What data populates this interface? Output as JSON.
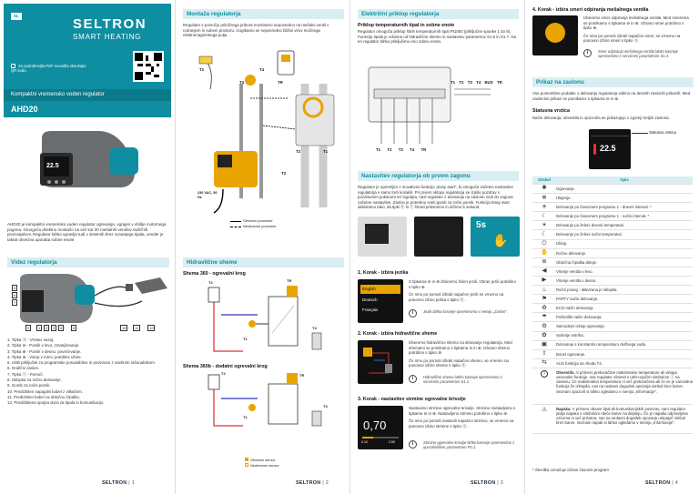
{
  "p1": {
    "badge": "SL",
    "brand": "SELTRON",
    "brand_sub": "SMART HEATING",
    "qr_text": "Za podrobnejša PDF navodila skenirajte QR kodo.",
    "title_small": "Kompaktni vremensko voden regulator",
    "title_big": "AHD20",
    "intro": "AHD20 je kompaktni vremensko voden regulator ogrevanja, vgrajen v ohišje motornega pogona. Omogoča direktno montažo na več kot 20 mešalnih ventilov različnih proizvajalcev. Regulator lahko upravlja tudi v sistemih brez zunanjega tipala, vender je takrat obvezna uporaba sobne enote.",
    "section": "Videz regulatorja",
    "callouts": [
      "1",
      "2",
      "3",
      "4",
      "5",
      "6",
      "7",
      "8",
      "9",
      "10",
      "11",
      "12"
    ],
    "list": [
      "1. Tipka ⓞ - Vrnitev nazaj.",
      "2. Tipka ⊖ - Pomik v levo, zmanjševanje.",
      "3. Tipka ⊕ - Pomik v desno, povečevanje.",
      "4. Tipka ⊛ - Vstop v meni, potrditev izbire.",
      "5. USB priključek za programske posodobitve in povezavo z osebnim računalnikom.",
      "6. Grafični zaslon.",
      "7. Tipka ⓣ - Pomoč.",
      "8. Sklopka za ročno delovanje.",
      "9. Gumb za ročni pomik.",
      "10. Predizbiten napajalni kabel z vtikačem.",
      "11. Predizbiten kabel za obtočno črpalko.",
      "12. Predizbitena spojna doza za tipala in komunikacijo."
    ],
    "screen_temp": "22.5",
    "footer_brand": "SELTRON",
    "page": "| 1"
  },
  "p2": {
    "section": "Montaža regulatorja",
    "intro": "Regulator s pomočjo priložnega pribora montiramo neposredno na mešalni ventil v notranjem in suhem prostoru. Izogibamo se neposredno bližini virov močnega elektromagnetnega polja.",
    "labels": [
      "T1",
      "T4",
      "T4",
      "TR",
      "T2",
      "T3",
      "T1"
    ],
    "power": "230 VAC, 50 Hz",
    "legend": [
      "Obvezne povezave",
      "Neobvezne povezave"
    ],
    "section2": "Hidravlične sheme",
    "shema1": "Shema 360 - ogrevalni krog",
    "shema2": "Shema 360b - dodatni ogrevalni krog",
    "legend2": [
      "Obvezen senzor",
      "Neobvezen senzor"
    ],
    "diag_labels": [
      "T2",
      "TR",
      "T1",
      "T4",
      "T2",
      "TR",
      "T1",
      "T4"
    ],
    "footer_brand": "SELTRON",
    "page": "| 2"
  },
  "p3": {
    "section": "Električni priklop regulatorja",
    "subtitle": "Priklop temperaturnih tipal in sobne enote",
    "text": "Regulator omogoča priklop štirih temperaturnih tipal Pt1000 (priključne sponke 1 do 8). Funkcija tipala je odvisna od hidravlične sheme in nastavitev parametrov S1.6 in S1.7. Na en regulator lahko priključimo eno sobno enoto.",
    "terms_top": [
      "T1",
      "T2",
      "T3",
      "T4",
      "BUS",
      "TR"
    ],
    "terms_bot": [
      "T1",
      "T2",
      "T3",
      "T4",
      "TR"
    ],
    "section2": "Nastavitev regulatorja ob prvem zagonu",
    "text2": "Regulator je opremljen z inovativno funkcijo „Easy start“, ki omogoča začetno nastavitev regulatorja v samo treh korakih. Pri prvem vklopu regulatorja se izpiše pozdrav s pozdravnim pokanom ter logotipa, nasl regulator z animacijo na zaslonu vodi do zagona začetne nastavitve. Zaslon je potrebno sveti gumb za ročni pomik. Funkcijo Easy start aktiviramo tako, da tipki ⓞ in ⓣ hkrati pritisnemo in držimo 5 sekund.",
    "fives": "5s",
    "step1_title": "1. Korak - izbira jezika",
    "step1_text": "S tipkama ⊖ in ⊕ izberemo želen jezik. Izbran jezik potrdimo s tipko ⊛.",
    "step1_text2": "Če smo po pomoti izbrali napačen jezik se vrnemo na ponovno izbiro jezika s tipko ⓞ.",
    "step1_note": "Jezik lahko kasneje spremenimo v meniju „Zaslon“.",
    "langs": [
      "English",
      "Deutsch",
      "Français"
    ],
    "step2_title": "2. Korak - izbira hidravlične sheme",
    "step2_text": "Izberemo hidravlično shemo za delovanje regulatorja. Med shemami se pomikamo s tipkama ⊖ in ⊕. Izbrano shemo potrdimo s tipko ⊛.",
    "step2_text2": "Če smo po pomoti izbrali napačno shemo, se vrnemo na ponovno izbiro sheme s tipko ⓞ.",
    "step2_note": "Hidravlično shemo lahko kasneje spremenimo s servisnim parametrom S1.1.",
    "step3_title": "3. Korak - nastavitev strmine ogrevalne krivulje",
    "step3_text": "Nastavimo strmino ogrevalne krivulje. Strmino nastavljamo s tipkama ⊖ in ⊕. Nastavljeno strmino potrdimo s tipko ⊛.",
    "step3_text2": "Če smo po pomoti nastavili napačno strmino, se vrnemo na ponovno izbiro strmine s tipko ⓞ.",
    "step3_note": "Strmino ogrevalne krivulje lahko kasneje spremenimo z uporabniškim parametrom P2.1.",
    "value": "0,70",
    "range": [
      "0.10",
      "2.60"
    ],
    "footer_brand": "SELTRON",
    "page": "| 3"
  },
  "p4": {
    "step4_title": "4. Korak - izbira smeri odpiranja mešalnega ventila",
    "step4_text": "Izberemo smer odpiranja mešalnega ventila. Med smerema se pomikamo s tipkama ⊖ in ⊕. Izbrano smer potrdimo s tipko ⊛.",
    "step4_text2": "Če smo po pomoti izbrali napačno smer, se vrnemo na ponovno izbiro smeri s tipko ⓞ.",
    "step4_note": "Smer odpiranja mešalnega ventila lahko kasneje spremenimo s servisnim parametrom S1.4.",
    "section": "Prikaz na zaslonu",
    "text": "Vse pomembne podatke o delovanju regulatorja vidimo na desetih zaslonih prikazih. Med zaslonimi prikazi se pomikamo s tipkama ⊖ in ⊕.",
    "status_title": "Statusna vrstica",
    "status_text": "Način delovanja, obvestila in opozorila se prikazujejo v zgornji tretjini zaslona.",
    "status_label": "Statusna vrstica",
    "screen_temp": "22.5",
    "table_head": [
      "Simbol",
      "Opis"
    ],
    "rows": [
      {
        "icon": "✺",
        "text": "Ogrevanje."
      },
      {
        "icon": "❄",
        "text": "Hlajenje."
      },
      {
        "icon": "☀",
        "text": "Delovanje po časovnem programu 1 - dnevni interval. *"
      },
      {
        "icon": "☾",
        "text": "Delovanje po časovnem programu 1 - nočni interval. *"
      },
      {
        "icon": "☀",
        "text": "Delovanje po želeni dnevni temperaturi."
      },
      {
        "icon": "☾",
        "text": "Delovanje po želeni nočni temperaturi."
      },
      {
        "icon": "⏻",
        "text": "Izklop."
      },
      {
        "icon": "✋",
        "text": "Ročno delovanje."
      },
      {
        "icon": "⊛",
        "text": "Obtočna črpalka deluje."
      },
      {
        "icon": "◀",
        "text": "Vrtenje ventila v levo."
      },
      {
        "icon": "▶",
        "text": "Vrtenje ventila v desno."
      },
      {
        "icon": "♨",
        "text": "Ročni poseg - aktivirana je sklopka."
      },
      {
        "icon": "⚑",
        "text": "PARTY način delovanja."
      },
      {
        "icon": "♻",
        "text": "ECO način delovanja."
      },
      {
        "icon": "☂",
        "text": "Počitniški način delovanja."
      },
      {
        "icon": "⚙",
        "text": "Samodejni izklop ogrevanja."
      },
      {
        "icon": "✿",
        "text": "Sušenje estriha."
      },
      {
        "icon": "▣",
        "text": "Delovanje s konstantno temperaturo dvižnega voda."
      },
      {
        "icon": "⇧",
        "text": "Boost ogrevanje."
      },
      {
        "icon": "⇆",
        "text": "AUX funkcija na vhodu T4."
      }
    ],
    "warn_title": "Obvestilo.",
    "warn_text": "V primeru prekoračitve maksimalne temperature ali vklopa varovalne funkcije, nas regulator obvesti s utrim-ajočim simbolom ⓘ na zaslonu. Če maksimalna temperatura ni več prekoračena ali če se je varovalna funkcija že izklopila, nas na nedavni dogodek opozarja simbol brez barve. Seznam opozoril si lahko ogledamo v meniju „Informacije“.",
    "err_title": "Napaka.",
    "err_text": "V primeru okvare tipal ali komunikacijskih povezav, nam regulator javlja napako s simbolom rdeče barve na displeju. Če je napaka odpravljena oziroma ni več prisotna, nas na nedavni dogodek opozarja utripajoč simbol brez barve. Seznam napak si lahko ogledamo v meniju „Informacije“.",
    "footnote": "* Številka označuje izbran časovni program",
    "footer_brand": "SELTRON",
    "page": "| 4"
  },
  "colors": {
    "teal": "#0e8ea0",
    "light": "#d9eef2",
    "amber": "#e9a400",
    "dark": "#1c1c1c"
  }
}
